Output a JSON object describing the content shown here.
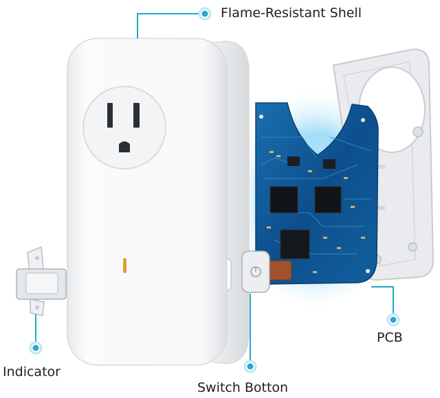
{
  "callouts": {
    "shell": "Flame-Resistant Shell",
    "pcb": "PCB",
    "indicator": "Indicator",
    "switch": "Switch Botton"
  },
  "colors": {
    "callout_line": "#1fa7c9",
    "callout_dot": "#2aa9d0",
    "pcb_blue": "#0d4f8c",
    "glow_blue": "#7fd0f3",
    "shell_white": "#f6f7f8",
    "back_plate": "#e9ebee"
  },
  "icons": {
    "callout_marker": "dot-with-ring"
  }
}
